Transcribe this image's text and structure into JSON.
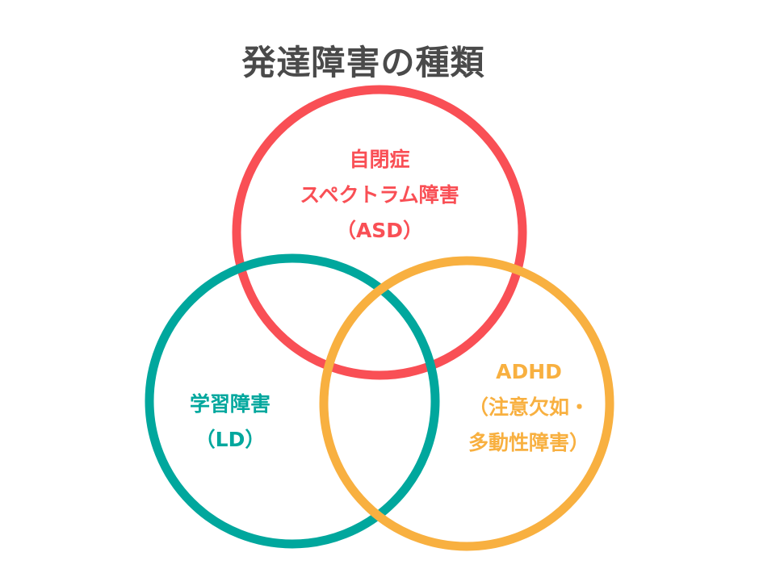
{
  "title": "発達障害の種類",
  "colors": {
    "asd": "#F94F55",
    "ld": "#00A79D",
    "adhd": "#F8B040",
    "title": "#4A4A4A"
  },
  "circles": {
    "asd": {
      "lines": [
        "自閉症",
        "スペクトラム障害",
        "（ASD）"
      ]
    },
    "ld": {
      "lines": [
        "学習障害",
        "（LD）"
      ]
    },
    "adhd": {
      "lines": [
        "ADHD",
        "（注意欠如・",
        "多動性障害）"
      ]
    }
  }
}
